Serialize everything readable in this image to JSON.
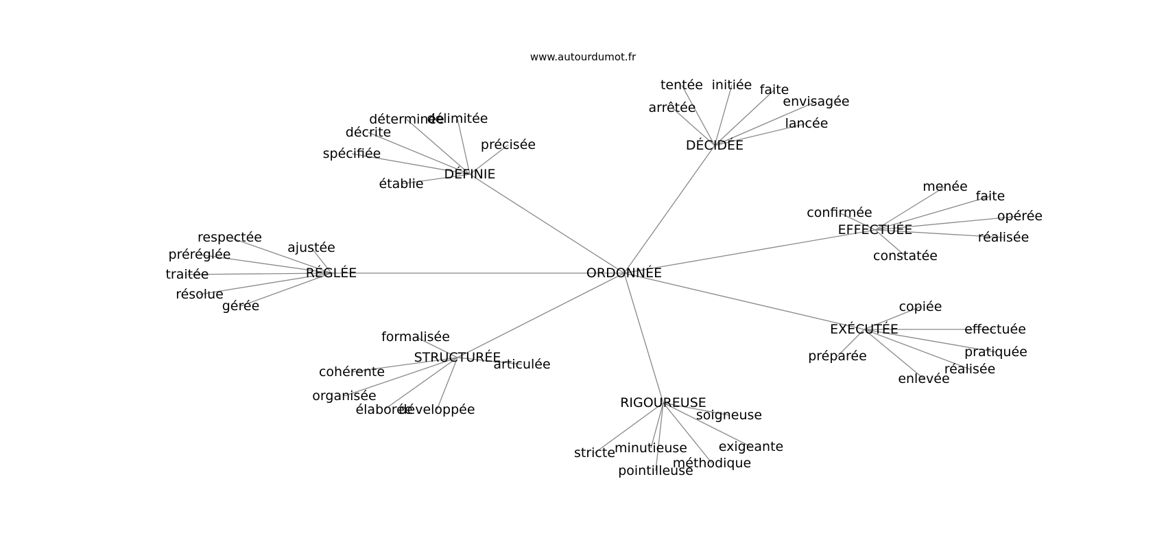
{
  "source_label": "www.autourdumot.fr",
  "root": {
    "label": "ORDONNÉE"
  },
  "hubs": [
    {
      "id": "decidee",
      "label": "DÉCIDÉE",
      "leaves": [
        {
          "label": "tentée"
        },
        {
          "label": "initiée"
        },
        {
          "label": "faite"
        },
        {
          "label": "envisagée"
        },
        {
          "label": "arrêtée"
        },
        {
          "label": "lancée"
        }
      ]
    },
    {
      "id": "definie",
      "label": "DÉFINIE",
      "leaves": [
        {
          "label": "déterminée"
        },
        {
          "label": "délimitée"
        },
        {
          "label": "décrite"
        },
        {
          "label": "précisée"
        },
        {
          "label": "spécifiée"
        },
        {
          "label": "établie"
        }
      ]
    },
    {
      "id": "effectuee",
      "label": "EFFECTUÉE",
      "leaves": [
        {
          "label": "menée"
        },
        {
          "label": "faite"
        },
        {
          "label": "confirmée"
        },
        {
          "label": "opérée"
        },
        {
          "label": "réalisée"
        },
        {
          "label": "constatée"
        }
      ]
    },
    {
      "id": "reglee",
      "label": "RÉGLÉE",
      "leaves": [
        {
          "label": "respectée"
        },
        {
          "label": "ajustée"
        },
        {
          "label": "préréglée"
        },
        {
          "label": "traitée"
        },
        {
          "label": "résolue"
        },
        {
          "label": "gérée"
        }
      ]
    },
    {
      "id": "executee",
      "label": "EXÉCUTÉE",
      "leaves": [
        {
          "label": "copiée"
        },
        {
          "label": "effectuée"
        },
        {
          "label": "pratiquée"
        },
        {
          "label": "préparée"
        },
        {
          "label": "réalisée"
        },
        {
          "label": "enlevée"
        }
      ]
    },
    {
      "id": "structuree",
      "label": "STRUCTURÉE",
      "leaves": [
        {
          "label": "formalisée"
        },
        {
          "label": "articulée"
        },
        {
          "label": "cohérente"
        },
        {
          "label": "organisée"
        },
        {
          "label": "élaborée"
        },
        {
          "label": "développée"
        }
      ]
    },
    {
      "id": "rigoureuse",
      "label": "RIGOUREUSE",
      "leaves": [
        {
          "label": "soigneuse"
        },
        {
          "label": "exigeante"
        },
        {
          "label": "stricte"
        },
        {
          "label": "minutieuse"
        },
        {
          "label": "méthodique"
        },
        {
          "label": "pointilleuse"
        }
      ]
    }
  ]
}
